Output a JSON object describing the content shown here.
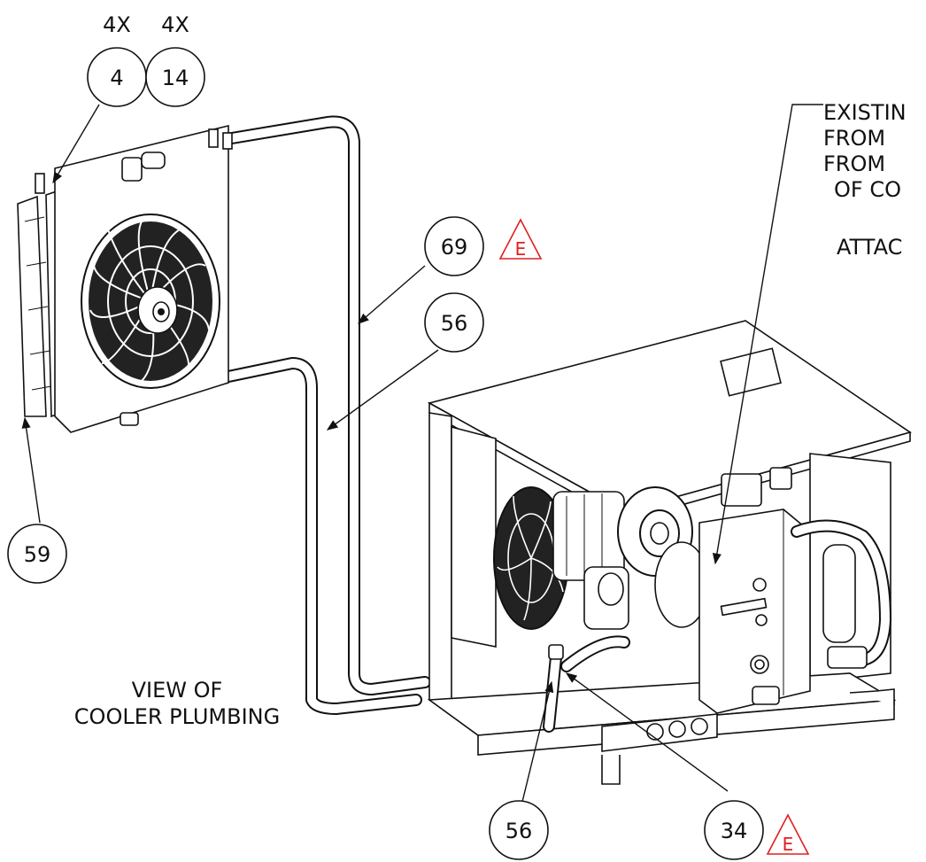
{
  "callouts": {
    "qty_4": "4X",
    "qty_14": "4X",
    "b4": "4",
    "b14": "14",
    "b69": "69",
    "b56_top": "56",
    "b59": "59",
    "b56_bottom": "56",
    "b34": "34",
    "rev_a": "E",
    "rev_b": "E"
  },
  "notes": {
    "existing_line1": "EXISTIN",
    "existing_line2": "FROM",
    "existing_line3": "FROM",
    "existing_line4": "OF CO",
    "existing_line5": "ATTAC"
  },
  "view_label": {
    "line1": "VIEW OF",
    "line2": "COOLER PLUMBING"
  }
}
